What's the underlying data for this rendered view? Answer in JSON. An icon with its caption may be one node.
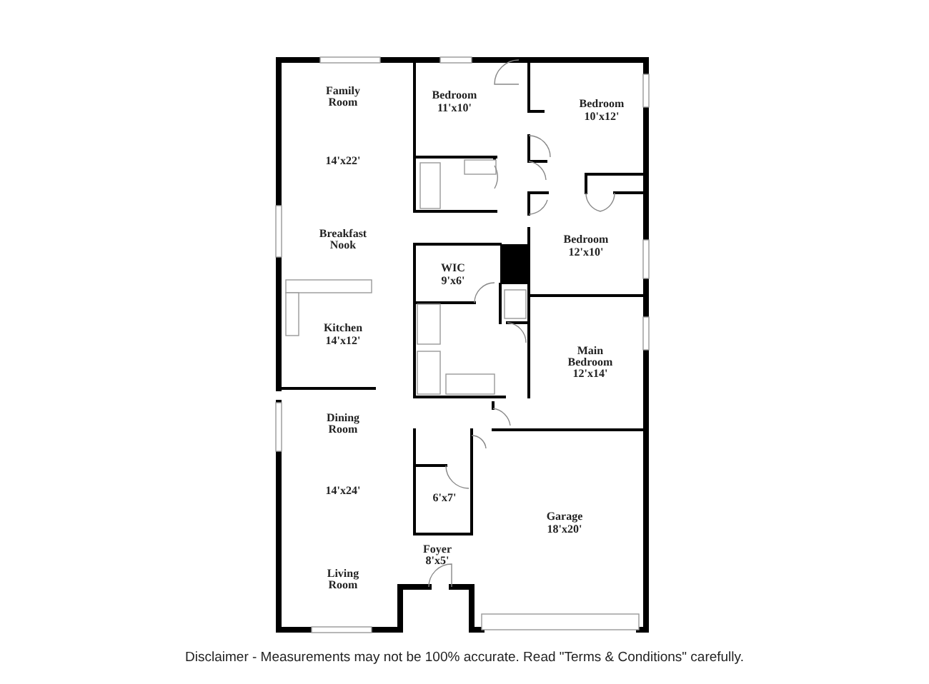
{
  "diagram": {
    "caption": "Disclaimer - Measurements may not be 100% accurate. Read \"Terms & Conditions\" carefully.",
    "labels": [
      "Family Room",
      "14'x22'",
      "Bedroom",
      "11'x10'",
      "Bedroom",
      "10'x12'",
      "Breakfast Nook",
      "Bedroom",
      "12'x10'",
      "WIC",
      "9'x6'",
      "Kitchen",
      "14'x12'",
      "Main Bedroom",
      "12'x14'",
      "Dining Room",
      "14'x24'",
      "6'x7'",
      "Garage",
      "18'x20'",
      "Foyer",
      "8'x5'",
      "Living Room"
    ]
  }
}
